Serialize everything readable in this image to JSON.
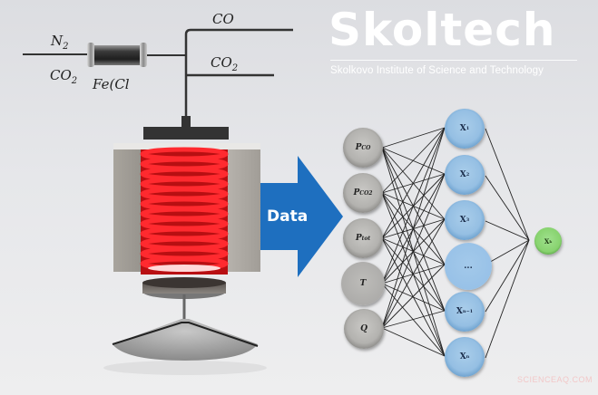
{
  "logo": {
    "name": "Skoltech",
    "subtitle": "Skolkovo Institute of Science and Technology"
  },
  "reactor_labels": {
    "inlet_n2": "N",
    "inlet_n2_sub": "2",
    "inlet_co2": "CO",
    "inlet_co2_sub": "2",
    "catalyst": "Fe(C",
    "catalyst_tail": "l",
    "outlet_co": "CO",
    "outlet_co2": "CO",
    "outlet_co2_sub": "2"
  },
  "arrow": {
    "label": "Data",
    "color": "#1e6fbf"
  },
  "network": {
    "inputs": [
      {
        "label": "P",
        "sub": "CO"
      },
      {
        "label": "P",
        "sub": "CO2"
      },
      {
        "label": "P",
        "sub": "tot"
      },
      {
        "label": "T",
        "sub": ""
      },
      {
        "label": "Q",
        "sub": ""
      }
    ],
    "hidden": [
      {
        "label": "X",
        "sub": "1"
      },
      {
        "label": "X",
        "sub": "2"
      },
      {
        "label": "X",
        "sub": "3"
      },
      {
        "label": "...",
        "sub": ""
      },
      {
        "label": "X",
        "sub": "n−1"
      },
      {
        "label": "X",
        "sub": "n"
      }
    ],
    "output": {
      "label": "X",
      "sub": "k"
    },
    "colors": {
      "input": "#b3b2af",
      "hidden": "#95bfe3",
      "output": "#88d36f"
    }
  },
  "watermark": "SCIENCEAQ.COM"
}
